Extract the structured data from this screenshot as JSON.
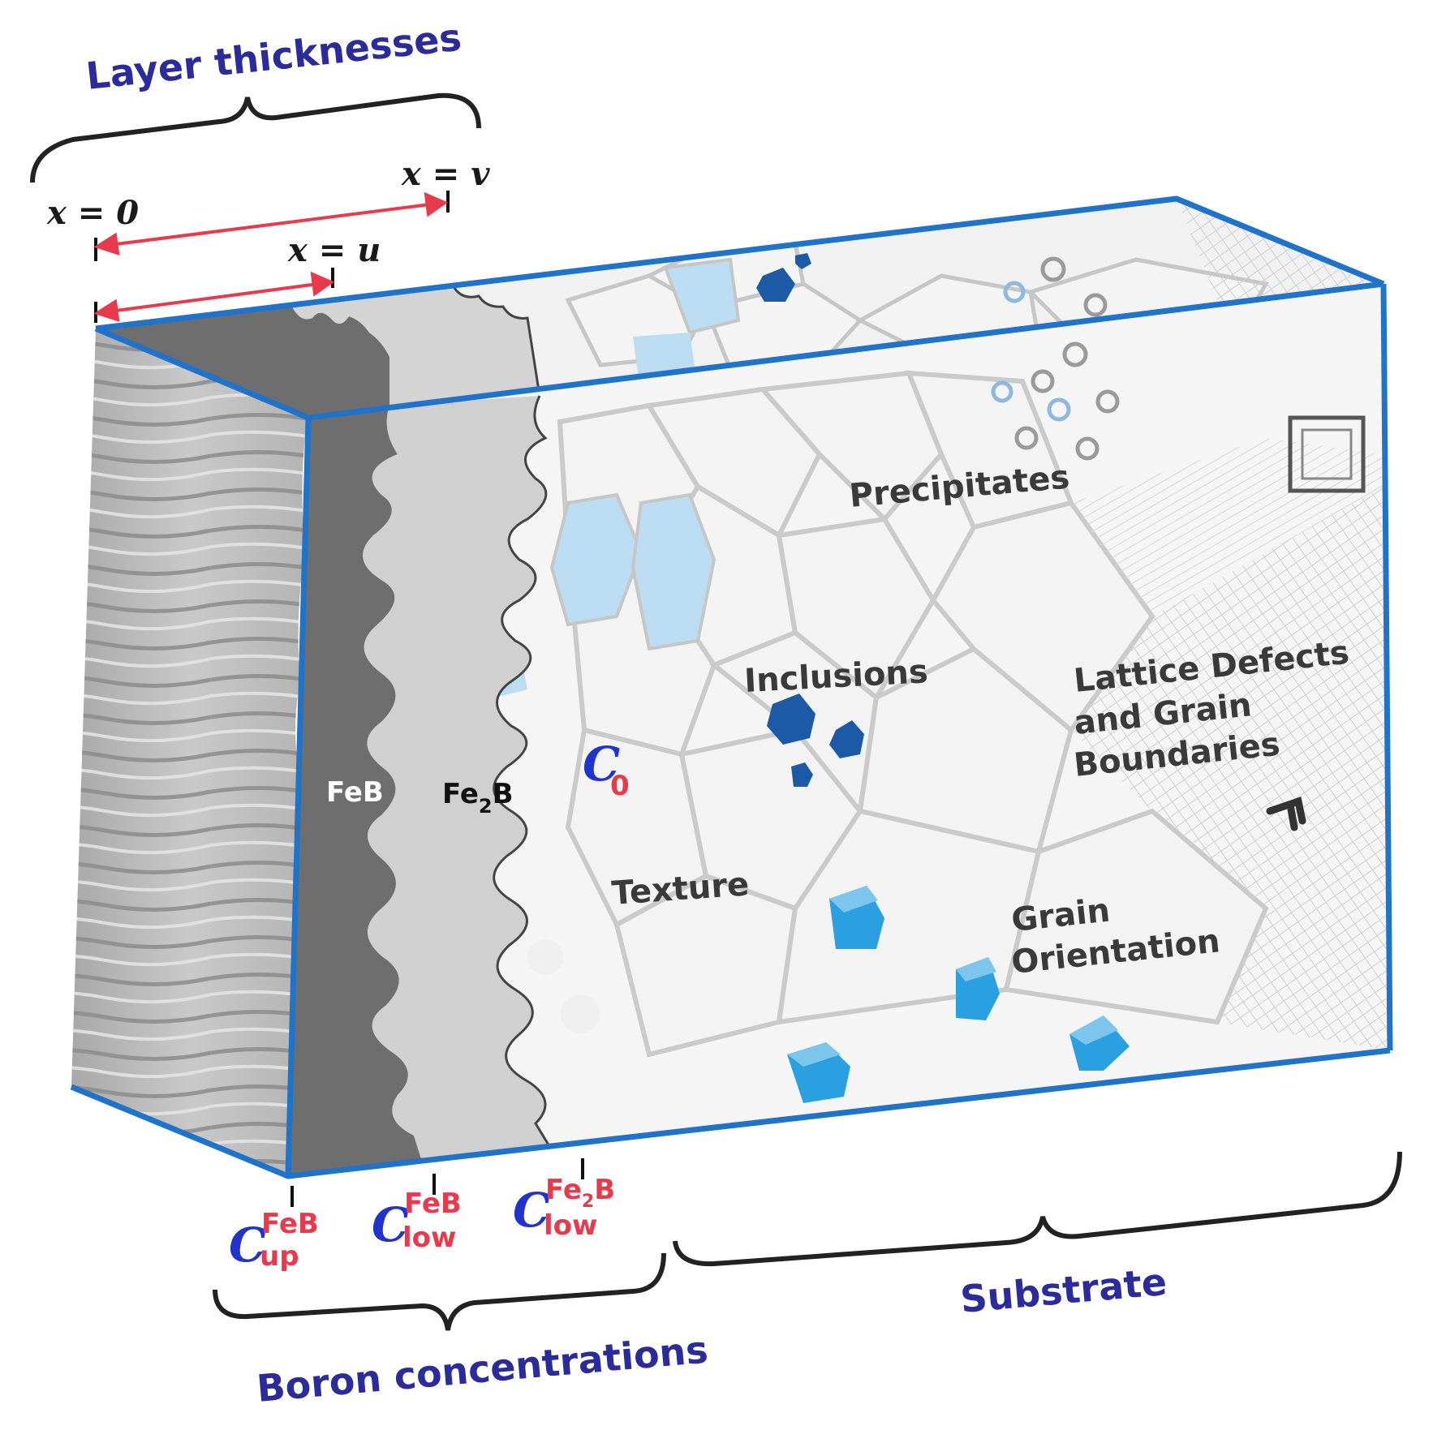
{
  "headings": {
    "layer_thicknesses": "Layer thicknesses",
    "boron_concentrations": "Boron concentrations",
    "substrate": "Substrate"
  },
  "positions": {
    "x0": "x = 0",
    "xu": "x = u",
    "xv": "x = v"
  },
  "phases": {
    "feb": "FeB",
    "fe2b_main": "Fe",
    "fe2b_sub": "2",
    "fe2b_end": "B"
  },
  "features": {
    "precipitates": "Precipitates",
    "inclusions": "Inclusions",
    "lattice_line1": "Lattice Defects",
    "lattice_line2": "and Grain",
    "lattice_line3": "Boundaries",
    "texture": "Texture",
    "grain_line1": "Grain",
    "grain_line2": "Orientation"
  },
  "concentrations": {
    "c0_letter": "C",
    "c0_sub": "0",
    "c_up_letter": "C",
    "c_up_sup": "FeB",
    "c_up_sub": "up",
    "c_low_feb_letter": "C",
    "c_low_feb_sup": "FeB",
    "c_low_feb_sub": "low",
    "c_low_fe2b_letter": "C",
    "c_low_fe2b_sup_a": "Fe",
    "c_low_fe2b_sup_b": "2",
    "c_low_fe2b_sup_c": "B",
    "c_low_fe2b_sub": "low"
  },
  "colors": {
    "frame_blue": "#1f73c8",
    "heading_navy": "#2b2b9a",
    "arrow_red": "#e8394d",
    "c_blue": "#2233cc",
    "feb_gray": "#6e6e6e",
    "fe2b_gray": "#cfcfcf",
    "cube_blue": "#2aa0e0",
    "inclusion_navy": "#1d5aa5",
    "grain_light_blue": "#bcdcf2"
  }
}
